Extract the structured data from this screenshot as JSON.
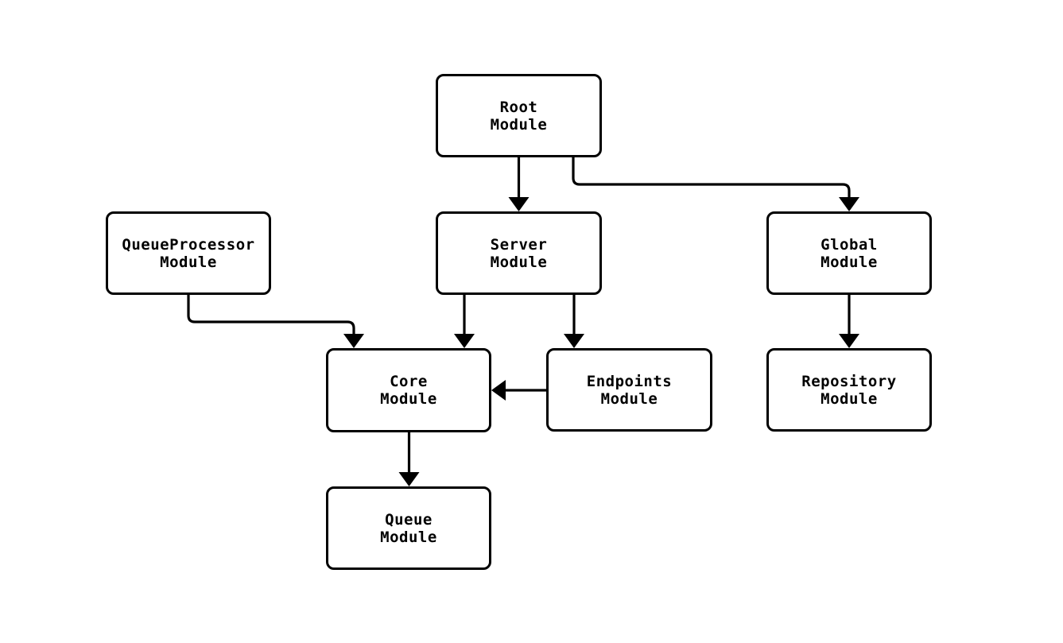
{
  "diagram": {
    "type": "flowchart",
    "direction": "top-down",
    "background_color": "#ffffff",
    "node_fill_color": "#ffffff",
    "node_border_color": "#000000",
    "text_color": "#000000",
    "arrow_color": "#000000",
    "nodes": [
      {
        "id": "root",
        "label": "Root\nModule"
      },
      {
        "id": "server",
        "label": "Server\nModule"
      },
      {
        "id": "queueprocessor",
        "label": "QueueProcessor\nModule"
      },
      {
        "id": "global",
        "label": "Global\nModule"
      },
      {
        "id": "core",
        "label": "Core\nModule"
      },
      {
        "id": "endpoints",
        "label": "Endpoints\nModule"
      },
      {
        "id": "repository",
        "label": "Repository\nModule"
      },
      {
        "id": "queue",
        "label": "Queue\nModule"
      }
    ],
    "edges": [
      {
        "from": "Root Module",
        "to": "Server Module"
      },
      {
        "from": "Root Module",
        "to": "Global Module"
      },
      {
        "from": "QueueProcessor Module",
        "to": "Core Module"
      },
      {
        "from": "Server Module",
        "to": "Core Module"
      },
      {
        "from": "Server Module",
        "to": "Endpoints Module"
      },
      {
        "from": "Endpoints Module",
        "to": "Core Module"
      },
      {
        "from": "Global Module",
        "to": "Repository Module"
      },
      {
        "from": "Core Module",
        "to": "Queue Module"
      }
    ]
  }
}
